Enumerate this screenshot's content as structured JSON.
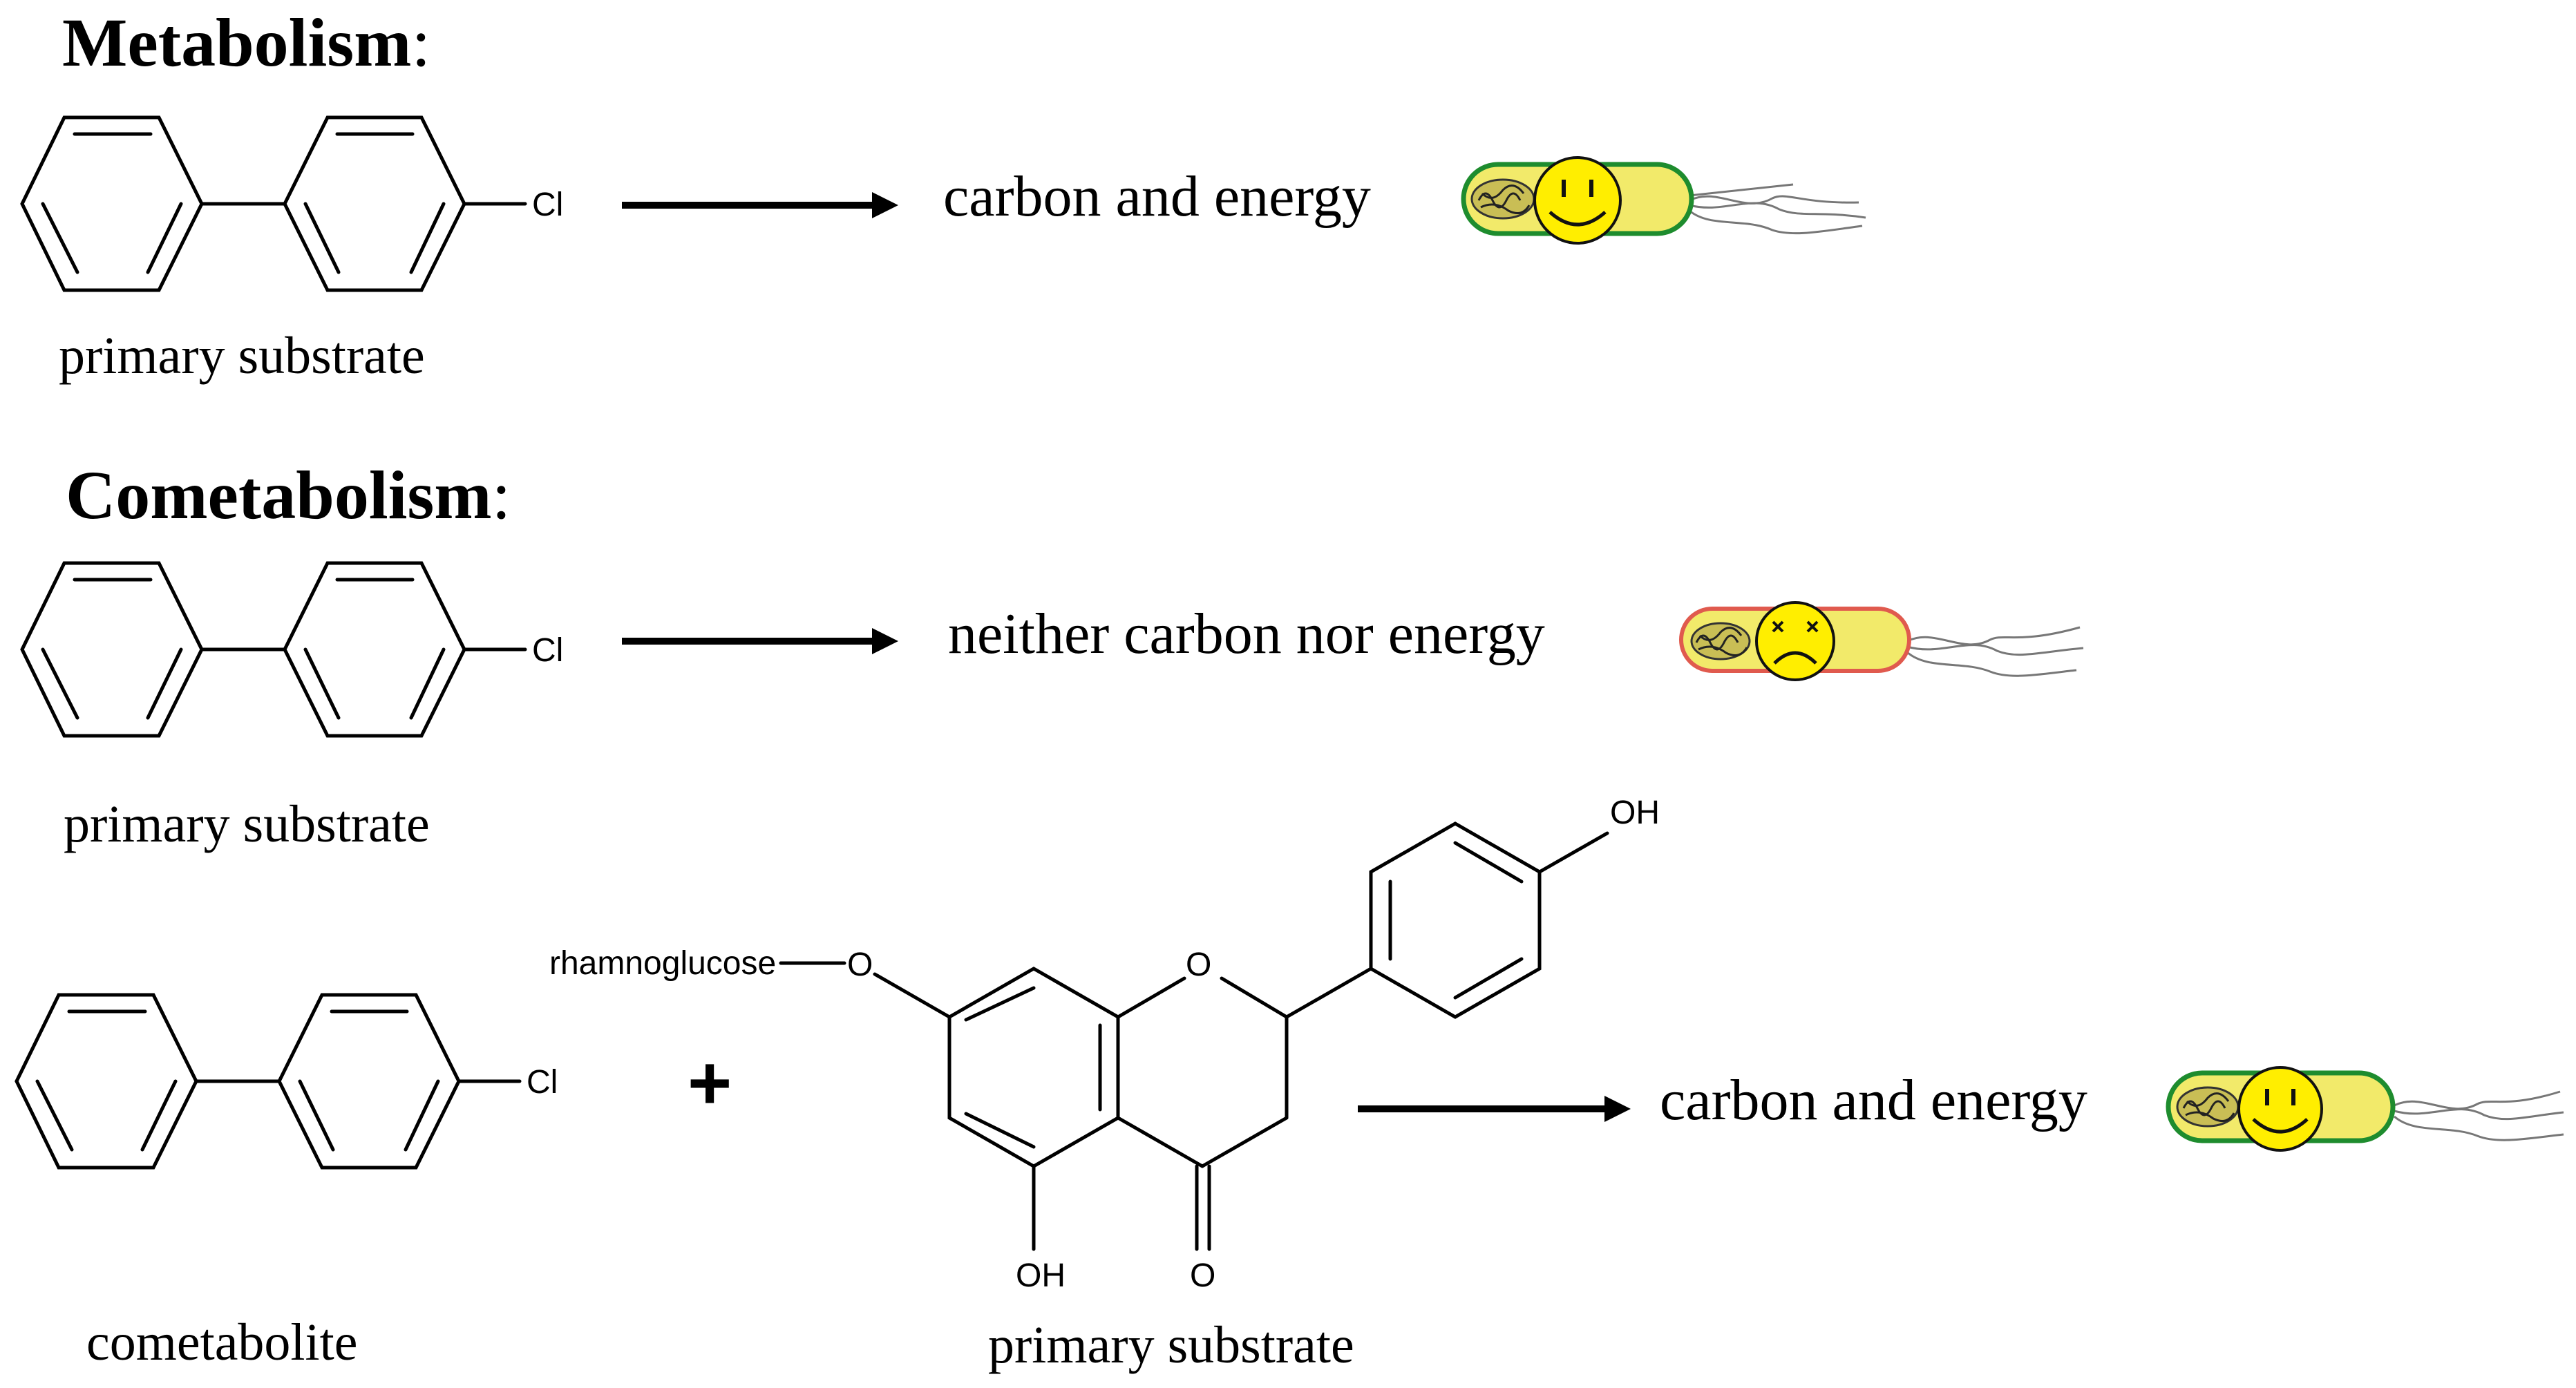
{
  "sections": {
    "metabolism_title": "Metabolism",
    "cometabolism_title": "Cometabolism",
    "title_colon": ":"
  },
  "row1": {
    "atom_cl": "Cl",
    "substrate_label": "primary substrate",
    "product_text": "carbon and energy",
    "bacterium_mood": "happy"
  },
  "row2": {
    "atom_cl": "Cl",
    "substrate_label": "primary substrate",
    "product_text": "neither carbon nor energy",
    "bacterium_mood": "sad"
  },
  "row3": {
    "atom_cl": "Cl",
    "cometabolite_label": "cometabolite",
    "plus": "+",
    "substituent": "rhamnoglucose",
    "atom_o_link": "O",
    "atom_o_ring": "O",
    "atom_oh_top": "OH",
    "atom_oh_bottom": "OH",
    "atom_o_keto": "O",
    "substrate_label": "primary substrate",
    "product_text": "carbon and energy",
    "bacterium_mood": "happy"
  },
  "colors": {
    "happy_membrane": "#1e8c2e",
    "sad_membrane": "#e05a4e",
    "cell_fill": "#f2ea6a",
    "face_fill": "#ffee00"
  }
}
